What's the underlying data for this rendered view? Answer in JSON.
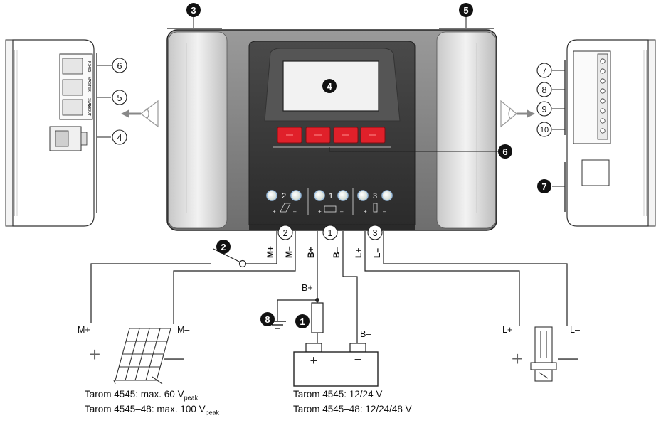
{
  "callouts": {
    "filled": {
      "c1": "1",
      "c2": "2",
      "c3": "3",
      "c4": "4",
      "c5": "5",
      "c6": "6",
      "c7": "7",
      "c8": "8"
    },
    "outlined": {
      "o1": "1",
      "o2": "2",
      "o3": "3",
      "o4": "4",
      "o5": "5",
      "o6": "6",
      "o7": "7",
      "o8": "8",
      "o9": "9",
      "o10": "10"
    }
  },
  "terminals": {
    "m_plus": "M+",
    "m_minus": "M–",
    "b_plus": "B+",
    "b_minus": "B–",
    "l_plus": "L+",
    "l_minus": "L–",
    "b_plus_node": "B+",
    "b_minus_batt": "B–",
    "m_plus_module": "M+",
    "m_minus_module": "M–",
    "l_plus_load": "L+",
    "l_minus_load": "L–"
  },
  "leds": {
    "solar": "2",
    "battery": "1",
    "load": "3"
  },
  "side_labels": {
    "rs485": "RS485",
    "master": "MASTER",
    "slave": "SLAVE",
    "in_out": "IN OUT"
  },
  "captions": {
    "module_line1_prefix": "Tarom 4545: max. 60 V",
    "module_line1_sub": "peak",
    "module_line2_prefix": "Tarom 4545–48: max. 100 V",
    "module_line2_sub": "peak",
    "battery_line1": "Tarom 4545: 12/24 V",
    "battery_line2": "Tarom 4545–48: 12/24/48 V"
  },
  "colors": {
    "red_button": "#e0202a",
    "housing_dark": "#3a3a3a",
    "housing_grey": "#8c8c8c",
    "accent_arrow": "#888888"
  }
}
